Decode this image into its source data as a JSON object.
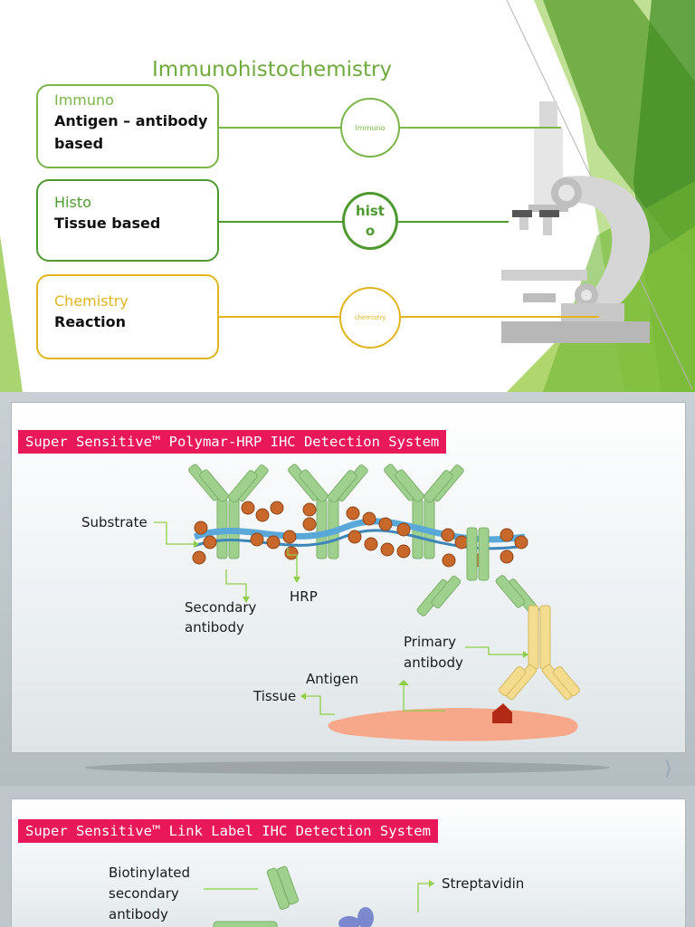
{
  "slide1": {
    "title": "Immunohistochemistry",
    "rows": [
      {
        "heading": "Immuno",
        "line1": "Antigen – antibody",
        "line2": "based",
        "circle": "Immuno",
        "color": "#7ab648"
      },
      {
        "heading": "Histo",
        "line1": "Tissue based",
        "line2": "",
        "circle": "hist o",
        "color": "#4f9a2f"
      },
      {
        "heading": "Chemistry",
        "line1": "Reaction",
        "line2": "",
        "circle": "chemistry",
        "color": "#e0b520"
      }
    ]
  },
  "slide2": {
    "banner": "Super Sensitive™ Polymar-HRP IHC Detection System",
    "labels": {
      "substrate": "Substrate",
      "secondary_line1": "Secondary",
      "secondary_line2": "antibody",
      "hrp": "HRP",
      "primary_line1": "Primary",
      "primary_line2": "antibody",
      "antigen": "Antigen",
      "tissue": "Tissue"
    }
  },
  "slide3": {
    "banner": "Super Sensitive™ Link Label IHC Detection System",
    "labels": {
      "biotin_line1": "Biotinylated",
      "biotin_line2": "secondary",
      "biotin_line3": "antibody",
      "streptavidin": "Streptavidin"
    }
  },
  "colors": {
    "banner": "#e8185a",
    "antibody_green": "#9fd08e",
    "antibody_yellow": "#f4dc8e",
    "hrp": "#c8682a",
    "tissue": "#f8a88a",
    "polymer": "#5aa8d8"
  }
}
